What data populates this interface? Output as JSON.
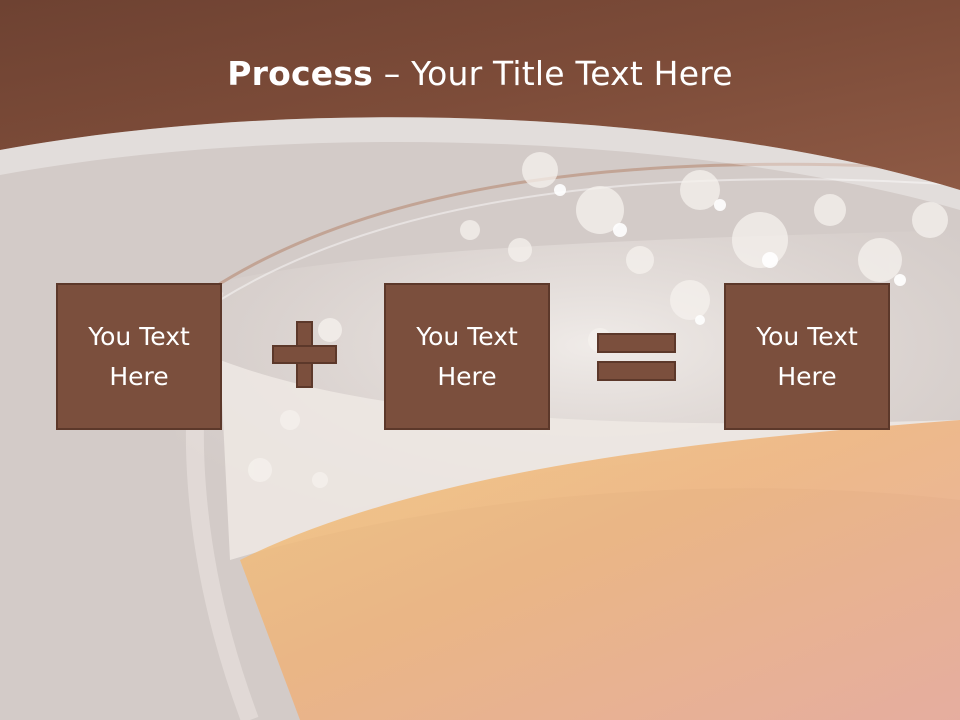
{
  "slide": {
    "title_bold": "Process",
    "title_rest": " – Your Title Text Here",
    "boxes": [
      {
        "label": "You Text Here"
      },
      {
        "label": "You Text Here"
      },
      {
        "label": "You Text Here"
      }
    ],
    "operators": [
      "plus-icon",
      "equals-icon"
    ],
    "colors": {
      "header": "#7a4a38",
      "box_fill": "#7b4f3d",
      "box_border": "#5c382a",
      "title_text": "#ffffff"
    }
  }
}
